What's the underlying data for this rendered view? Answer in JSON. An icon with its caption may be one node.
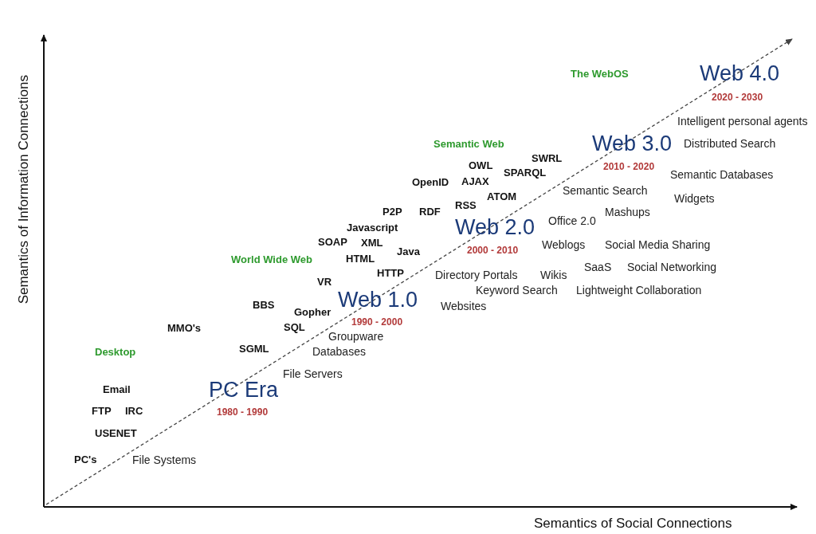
{
  "diagram": {
    "labels": [
      "Semantics of Information Connections",
      "The WebOS",
      "Web 4.0",
      "2020 - 2030",
      "Intelligent personal agents",
      "Semantic Web",
      "Web 3.0",
      "Distributed Search",
      "SWRL",
      "OWL",
      "SPARQL",
      "2010 - 2020",
      "Semantic Databases",
      "OpenID",
      "AJAX",
      "Semantic Search",
      "ATOM",
      "Widgets",
      "RSS",
      "P2P",
      "RDF",
      "Mashups",
      "Javascript",
      "Web 2.0",
      "Office 2.0",
      "SOAP",
      "XML",
      "Weblogs",
      "Social Media Sharing",
      "Java",
      "2000 - 2010",
      "World Wide Web",
      "HTML",
      "SaaS",
      "Social Networking",
      "HTTP",
      "Directory Portals",
      "Wikis",
      "VR",
      "Keyword Search",
      "Lightweight Collaboration",
      "Web 1.0",
      "BBS",
      "Websites",
      "Gopher",
      "1990 - 2000",
      "MMO's",
      "SQL",
      "Groupware",
      "Desktop",
      "SGML",
      "Databases",
      "File Servers",
      "Email",
      "PC Era",
      "FTP",
      "IRC",
      "1980 - 1990",
      "USENET",
      "PC's",
      "File Systems",
      "Semantics of Social Connections"
    ]
  }
}
